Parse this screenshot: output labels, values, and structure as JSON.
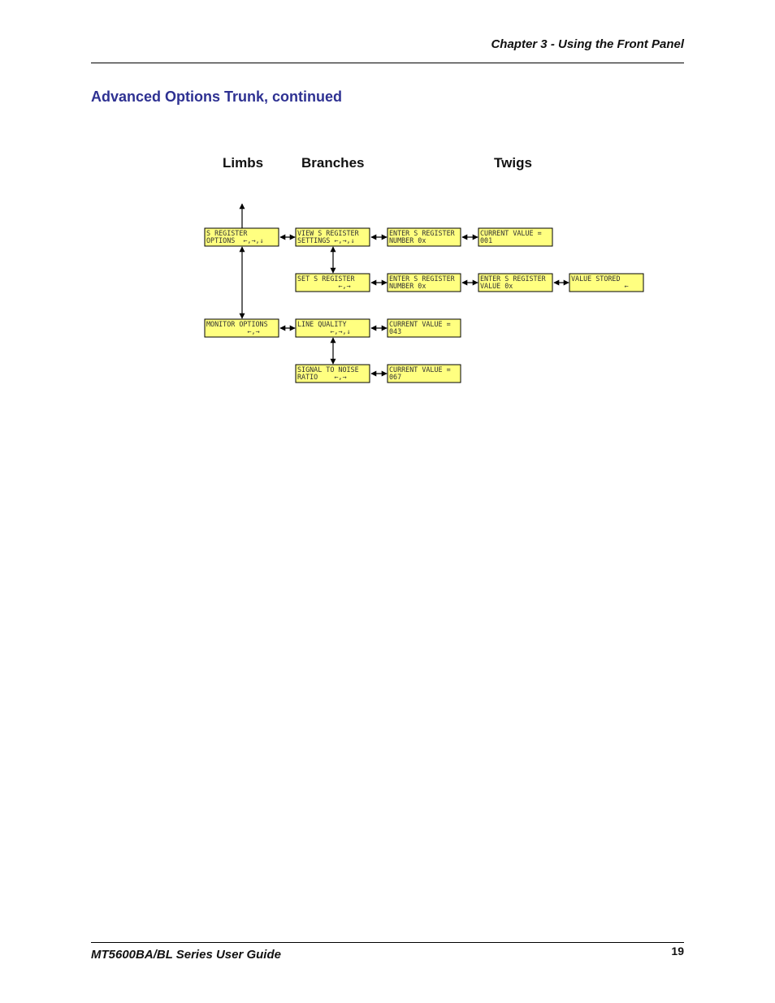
{
  "header": {
    "chapter_title": "Chapter 3 - Using the Front Panel"
  },
  "section": {
    "title": "Advanced Options Trunk, continued"
  },
  "columns": {
    "limbs": "Limbs",
    "branches": "Branches",
    "twigs": "Twigs"
  },
  "colors": {
    "lcd_fill": "#ffff80",
    "title_blue": "#2e3192"
  },
  "boxes": [
    {
      "id": "s-register-options",
      "line1": "S REGISTER",
      "line2": "OPTIONS  ←,→,↓"
    },
    {
      "id": "view-s-register-settings",
      "line1": "VIEW S REGISTER",
      "line2": "SETTINGS ←,→,↓"
    },
    {
      "id": "enter-s-register-number-1",
      "line1": "ENTER S REGISTER",
      "line2": "NUMBER 0x"
    },
    {
      "id": "current-value-001",
      "line1": "CURRENT VALUE =",
      "line2": "001"
    },
    {
      "id": "set-s-register",
      "line1": "SET S REGISTER",
      "line2": "          ←,→"
    },
    {
      "id": "enter-s-register-number-2",
      "line1": "ENTER S REGISTER",
      "line2": "NUMBER 0x"
    },
    {
      "id": "enter-s-register-value",
      "line1": "ENTER S REGISTER",
      "line2": "VALUE 0x"
    },
    {
      "id": "value-stored",
      "line1": "VALUE STORED",
      "line2": "             ←"
    },
    {
      "id": "monitor-options",
      "line1": "MONITOR OPTIONS",
      "line2": "          ←,→"
    },
    {
      "id": "line-quality",
      "line1": "LINE QUALITY",
      "line2": "        ←,→,↓"
    },
    {
      "id": "current-value-043",
      "line1": "CURRENT VALUE =",
      "line2": "043"
    },
    {
      "id": "signal-to-noise-ratio",
      "line1": "SIGNAL TO NOISE",
      "line2": "RATIO    ←,→"
    },
    {
      "id": "current-value-067",
      "line1": "CURRENT VALUE =",
      "line2": "067"
    }
  ],
  "footer": {
    "guide_title": "MT5600BA/BL Series User Guide",
    "page_number": "19"
  }
}
